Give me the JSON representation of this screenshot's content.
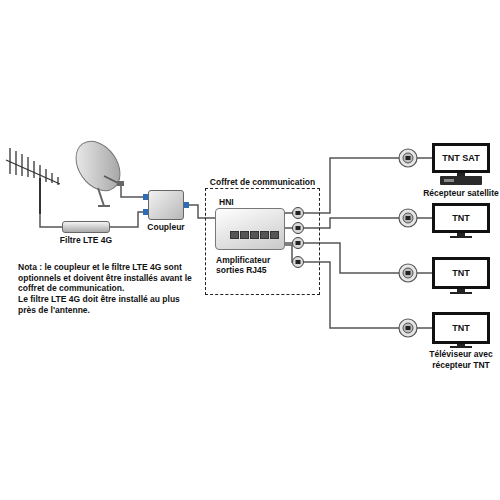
{
  "diagram": {
    "nodes": [
      {
        "text": [
          "Filtre LTE 4G"
        ]
      },
      {
        "text": [
          "Coupleur"
        ]
      },
      {
        "text": [
          "Coffret de communication"
        ]
      },
      {
        "text": [
          "HNI",
          "Amplificateur sorties RJ45"
        ],
        "in": 2
      },
      {
        "text": [
          "TNT SAT"
        ]
      },
      {
        "text": [
          "TNT"
        ]
      },
      {
        "text": [
          "TNT"
        ]
      },
      {
        "text": [
          "TNT"
        ]
      }
    ],
    "edges": [
      {
        "from": 0,
        "to": 1,
        "arrow": "none"
      },
      {
        "from": 1,
        "to": 3,
        "arrow": "none"
      },
      {
        "from": 3,
        "to": 4,
        "arrow": "none"
      },
      {
        "from": 3,
        "to": 5,
        "arrow": "none"
      },
      {
        "from": 3,
        "to": 6,
        "arrow": "none"
      },
      {
        "from": 3,
        "to": 7,
        "arrow": "none"
      }
    ],
    "labels": [
      "Nota : le coupleur et le filtre LTE 4G sont optionnels et doivent être installés avant le coffret de communication.",
      "Le filtre LTE 4G doit être installé au plus près de l'antenne.",
      "Récepteur satellite",
      "Téléviseur avec récepteur TNT"
    ]
  }
}
